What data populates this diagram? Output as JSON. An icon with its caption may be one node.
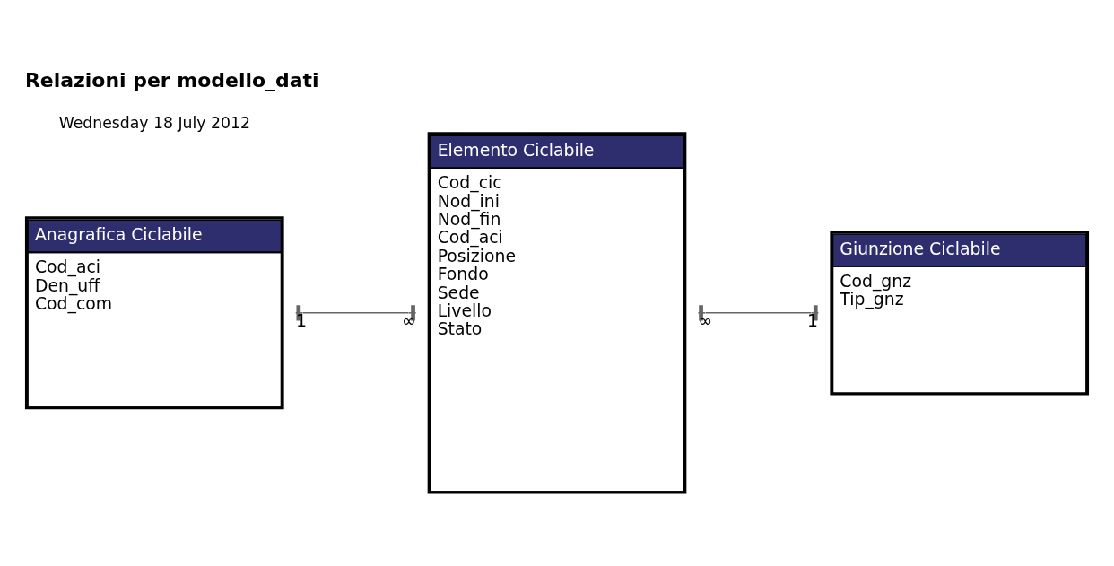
{
  "diagram": {
    "title": "Relazioni per modello_dati",
    "nodes": [
      {
        "text": [
          "Anagrafica Ciclabile",
          "Cod_aci",
          "Den_uff",
          "Cod_com"
        ]
      },
      {
        "text": [
          "Elemento Ciclabile",
          "Cod_cic",
          "Nod_ini",
          "Nod_fin",
          "Cod_aci",
          "Posizione",
          "Fondo",
          "Sede",
          "Livello",
          "Stato"
        ]
      },
      {
        "text": [
          "Giunzione Ciclabile",
          "Cod_gnz",
          "Tip_gnz"
        ]
      }
    ],
    "edges": [
      {
        "from": 0,
        "to": 1,
        "arrow": "other"
      },
      {
        "from": 1,
        "to": 2,
        "arrow": "other"
      }
    ],
    "labels": [
      "Wednesday 18 July 2012",
      "1",
      "∞",
      "∞",
      "1"
    ]
  }
}
